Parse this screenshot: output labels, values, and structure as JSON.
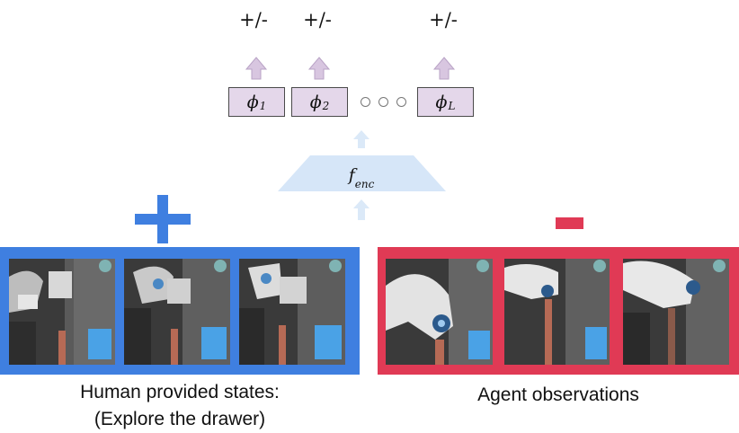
{
  "outputs": {
    "sign_label": "+/-"
  },
  "heads": [
    {
      "symbol": "ϕ",
      "subscript": "1"
    },
    {
      "symbol": "ϕ",
      "subscript": "2"
    },
    {
      "symbol": "ϕ",
      "subscript": "L"
    }
  ],
  "encoder": {
    "symbol": "f",
    "subscript": "enc"
  },
  "positive": {
    "sign": "+",
    "caption_line1": "Human provided states:",
    "caption_line2": "(Explore the drawer)",
    "color": "#3f7fe0"
  },
  "negative": {
    "sign": "-",
    "caption_line1": "Agent observations",
    "color": "#e03a55"
  },
  "colors": {
    "head_fill": "#e4d7ea",
    "head_arrow": "#d8c6e0",
    "encoder_fill": "#d6e6f8",
    "encoder_arrow": "#dbe9f8"
  }
}
